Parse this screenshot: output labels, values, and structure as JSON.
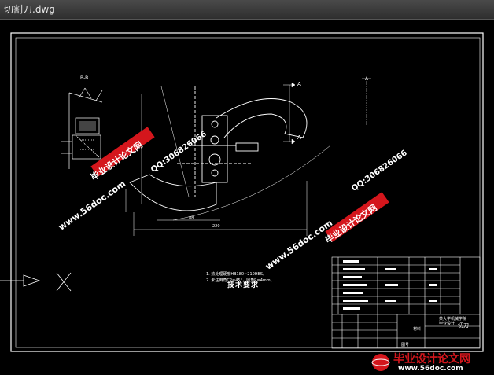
{
  "window": {
    "title": "切割刀.dwg"
  },
  "drawing": {
    "section_label": "B-B",
    "view_label_top": "A",
    "view_label_bottom": "A",
    "view_label_right": "A",
    "tech_title": "技术要求",
    "tech_lines": [
      "1. 热处理硬度HB180~210HBS。",
      "2. 未注倒角C2=45°，圆角R=4mm。"
    ],
    "dim_bottom": "220",
    "dim_mid": "88"
  },
  "title_block": {
    "part_name": "切刀",
    "school_line1": "某大学机械学院",
    "school_line2": "毕业设计",
    "material_label": "材料",
    "drawing_no_label": "图号"
  },
  "watermarks": {
    "brand": "毕业设计论文网",
    "url": "www.56doc.com",
    "qq": "QQ:306826066"
  },
  "bottom_logo": {
    "brand": "毕业设计论文网",
    "url": "www.56doc.com"
  },
  "colors": {
    "watermark_red": "#d4161c",
    "watermark_white": "#ffffff"
  }
}
